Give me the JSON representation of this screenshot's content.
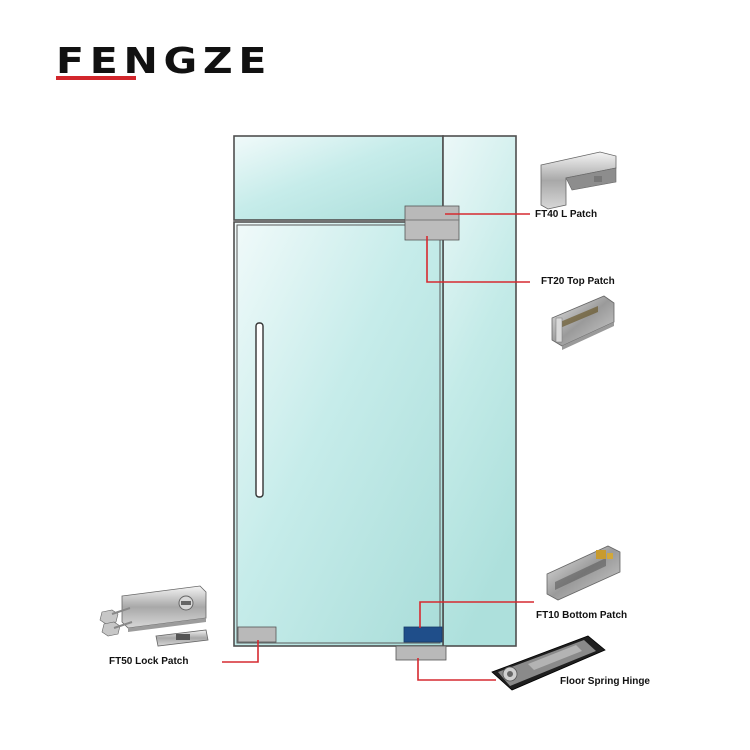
{
  "brand": {
    "logo_text": "FENGZE",
    "accent_color": "#d2262c"
  },
  "colors": {
    "glass_light": "#e9f6f7",
    "glass_mid": "#b4e2e0",
    "frame": "#4f4f4f",
    "patch_grey": "#b9b9b9",
    "patch_blue": "#1f4e8a",
    "leader_red": "#d62a30"
  },
  "callouts": {
    "ft40": "FT40 L Patch",
    "ft20": "FT20 Top Patch",
    "ft10": "FT10 Bottom Patch",
    "ft50": "FT50 Lock Patch",
    "floor_spring": "Floor Spring Hinge"
  }
}
